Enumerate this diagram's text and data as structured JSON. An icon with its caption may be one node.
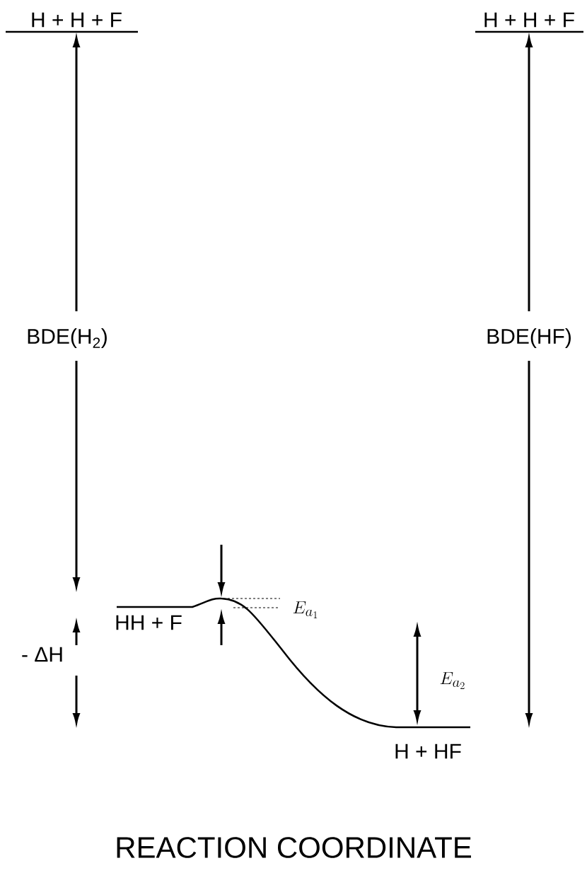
{
  "diagram": {
    "labels": [
      "H + H + F",
      "H + H + F",
      "BDE(H$_{2}$)",
      "BDE(HF)",
      "E_{a_1}",
      "HH + F",
      "E_{a_2}",
      "- ΔH",
      "H + HF",
      "REACTION COORDINATE"
    ]
  }
}
